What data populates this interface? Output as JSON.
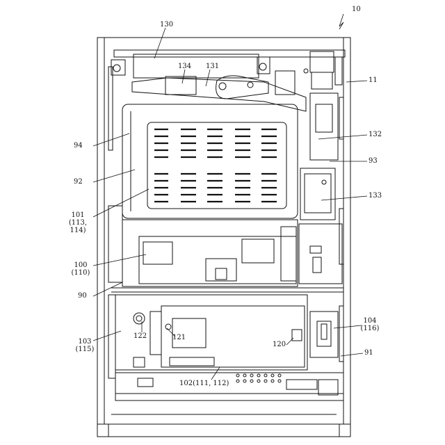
{
  "figure": {
    "labels": {
      "l10": "10",
      "l11": "11",
      "l130": "130",
      "l134": "134",
      "l131": "131",
      "l132": "132",
      "l93": "93",
      "l133": "133",
      "l94": "94",
      "l92": "92",
      "l101": "101",
      "l101_sub1": "(113,",
      "l101_sub2": "114)",
      "l100": "100",
      "l100_sub": "(110)",
      "l90": "90",
      "l103": "103",
      "l103_sub": "(115)",
      "l122": "122",
      "l121": "121",
      "l120": "120",
      "l104": "104",
      "l104_sub": "(116)",
      "l91": "91",
      "l102": "102(111, 112)"
    }
  }
}
